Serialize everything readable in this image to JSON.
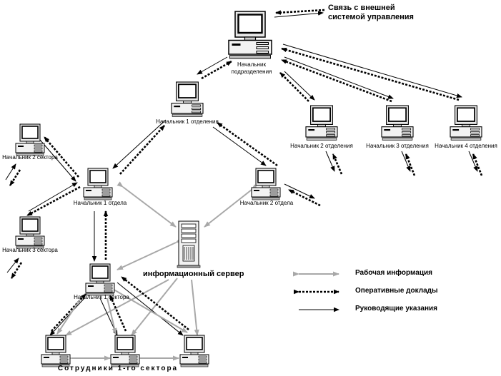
{
  "colors": {
    "work_info": "#a8a8a8",
    "reports": "#000000",
    "directives": "#000000"
  },
  "external_link": {
    "line1": "Связь с внешней",
    "line2": "системой управления"
  },
  "nodes": {
    "head_division": {
      "line1": "Начальник",
      "line2": "подразделения",
      "icon": "desktop-computer-icon"
    },
    "head_dept1_top": {
      "label": "Начальник 1 отделения",
      "icon": "desktop-computer-icon"
    },
    "head_dept2_top": {
      "label": "Начальник 2 отделения",
      "icon": "desktop-computer-icon"
    },
    "head_dept3_top": {
      "label": "Начальник 3 отделения",
      "icon": "desktop-computer-icon"
    },
    "head_dept4_top": {
      "label": "Начальник 4 отделения",
      "icon": "desktop-computer-icon"
    },
    "head_sector2_left": {
      "label": "Начальник 2 сектора",
      "icon": "desktop-computer-icon"
    },
    "head_sector3_left": {
      "label": "Начальник 3 сектора",
      "icon": "desktop-computer-icon"
    },
    "head_otdel1": {
      "label": "Начальник 1 отдела",
      "icon": "desktop-computer-icon"
    },
    "head_otdel2": {
      "label": "Начальник 2 отдела",
      "icon": "desktop-computer-icon"
    },
    "head_sector1": {
      "label": "Начальник 1 сектора",
      "icon": "desktop-computer-icon"
    },
    "info_server": {
      "label": "информационный сервер",
      "icon": "tower-server-icon"
    },
    "employee_1": {
      "icon": "desktop-computer-icon"
    },
    "employee_2": {
      "icon": "desktop-computer-icon"
    },
    "employee_3": {
      "icon": "desktop-computer-icon"
    }
  },
  "employees_caption": "Сотрудники 1-го сектора",
  "legend": [
    {
      "style": "work_info",
      "label": "Рабочая информация"
    },
    {
      "style": "reports",
      "label": "Оперативные доклады"
    },
    {
      "style": "directives",
      "label": "Руководящие указания"
    }
  ]
}
